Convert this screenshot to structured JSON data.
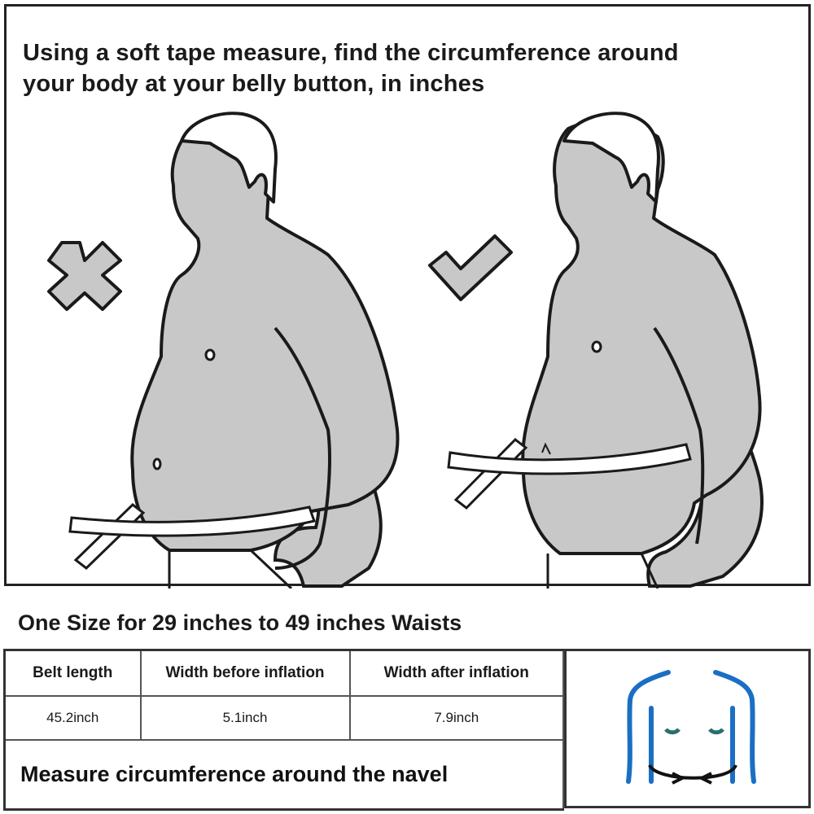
{
  "top_panel": {
    "title_line1": "Using a soft tape measure, find the circumference around",
    "title_line2": "your body at your belly button, in inches",
    "illustrations": [
      {
        "label": "incorrect",
        "icon": "x-mark-icon",
        "description": "tape measured below belly"
      },
      {
        "label": "correct",
        "icon": "check-mark-icon",
        "description": "tape measured at belly button"
      }
    ]
  },
  "size_heading": "One Size for 29 inches to 49 inches Waists",
  "spec_table": {
    "headers": [
      "Belt length",
      "Width before inflation",
      "Width after inflation"
    ],
    "values": [
      "45.2inch",
      "5.1inch",
      "7.9inch"
    ],
    "note": "Measure circumference around the navel"
  },
  "colors": {
    "figure_fill": "#c8c8c8",
    "outline": "#1a1a1a",
    "diagram_blue": "#1a6fc4"
  }
}
